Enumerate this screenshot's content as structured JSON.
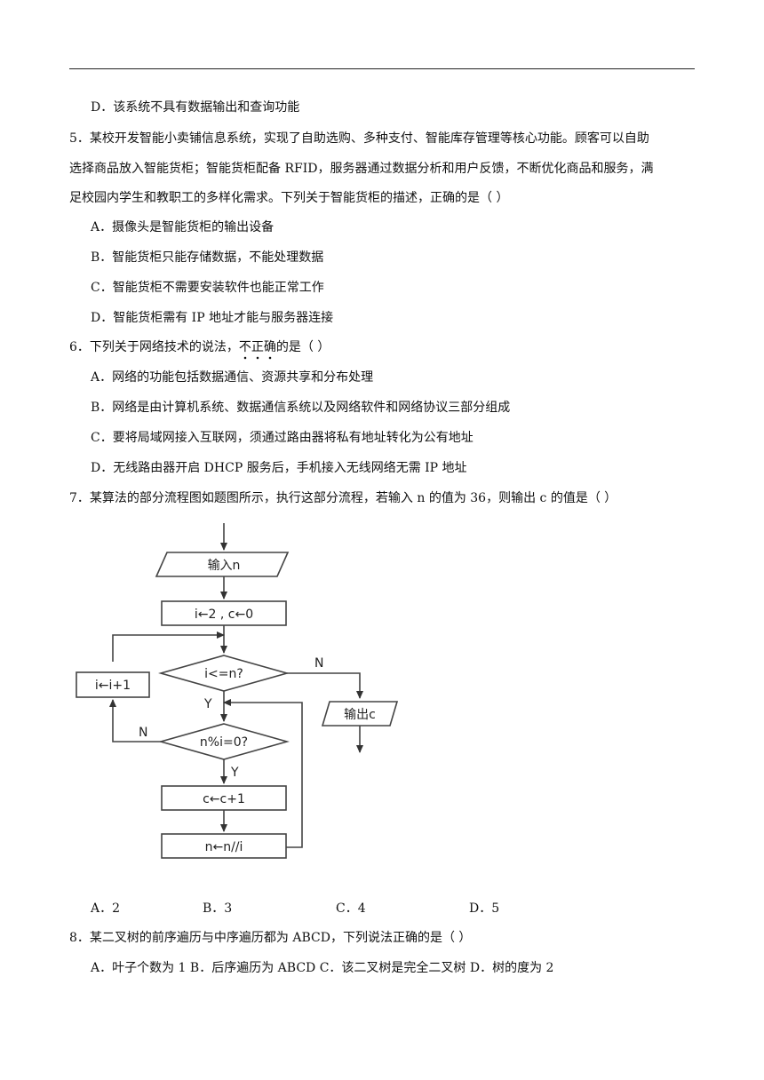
{
  "q4": {
    "optD": "D．该系统不具有数据输出和查询功能"
  },
  "q5": {
    "stem_l1": "5．某校开发智能小卖铺信息系统，实现了自助选购、多种支付、智能库存管理等核心功能。顾客可以自助",
    "stem_l2": "选择商品放入智能货柜；智能货柜配备 RFID，服务器通过数据分析和用户反馈，不断优化商品和服务，满",
    "stem_l3": "足校园内学生和教职工的多样化需求。下列关于智能货柜的描述，正确的是（    ）",
    "optA": "A．摄像头是智能货柜的输出设备",
    "optB": "B．智能货柜只能存储数据，不能处理数据",
    "optC": "C．智能货柜不需要安装软件也能正常工作",
    "optD": "D．智能货柜需有 IP 地址才能与服务器连接"
  },
  "q6": {
    "stem_pre": "6．下列关于网络技术的说法，",
    "stem_emph": "不正确",
    "stem_post": "的是（    ）",
    "optA": "A．网络的功能包括数据通信、资源共享和分布处理",
    "optB": "B．网络是由计算机系统、数据通信系统以及网络软件和网络协议三部分组成",
    "optC": "C．要将局域网接入互联网，须通过路由器将私有地址转化为公有地址",
    "optD": "D．无线路由器开启 DHCP 服务后，手机接入无线网络无需 IP 地址"
  },
  "q7": {
    "stem": "7．某算法的部分流程图如题图所示，执行这部分流程，若输入 n 的值为 36，则输出 c 的值是（    ）",
    "flow": {
      "input": "输入n",
      "init": "i←2 , c←0",
      "cond1": "i<=n?",
      "cond2": "n%i=0?",
      "inc_i": "i←i+1",
      "inc_c": "c←c+1",
      "div_n": "n←n//i",
      "output": "输出c",
      "yes": "Y",
      "no": "N"
    },
    "optA": "A．2",
    "optB": "B．3",
    "optC": "C．4",
    "optD": "D．5"
  },
  "q8": {
    "stem": "8．某二叉树的前序遍历与中序遍历都为 ABCD，下列说法正确的是（    ）",
    "options": "A．叶子个数为 1   B．后序遍历为 ABCD C．该二叉树是完全二叉树   D．树的度为 2"
  }
}
